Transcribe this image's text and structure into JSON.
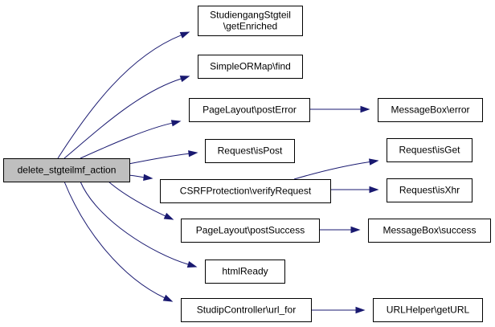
{
  "nodes": [
    {
      "id": "root",
      "lines": [
        "delete_stgteilmf_action"
      ],
      "root": true
    },
    {
      "id": "n1",
      "lines": [
        "StudiengangStgteil",
        "\\getEnriched"
      ]
    },
    {
      "id": "n2",
      "lines": [
        "SimpleORMap\\find"
      ]
    },
    {
      "id": "n3",
      "lines": [
        "PageLayout\\postError"
      ]
    },
    {
      "id": "n4",
      "lines": [
        "MessageBox\\error"
      ]
    },
    {
      "id": "n5",
      "lines": [
        "Request\\isPost"
      ]
    },
    {
      "id": "n6",
      "lines": [
        "Request\\isGet"
      ]
    },
    {
      "id": "n7",
      "lines": [
        "CSRFProtection\\verifyRequest"
      ]
    },
    {
      "id": "n8",
      "lines": [
        "Request\\isXhr"
      ]
    },
    {
      "id": "n9",
      "lines": [
        "PageLayout\\postSuccess"
      ]
    },
    {
      "id": "n10",
      "lines": [
        "MessageBox\\success"
      ]
    },
    {
      "id": "n11",
      "lines": [
        "htmlReady"
      ]
    },
    {
      "id": "n12",
      "lines": [
        "StudipController\\url_for"
      ]
    },
    {
      "id": "n13",
      "lines": [
        "URLHelper\\getURL"
      ]
    }
  ],
  "edges": [
    {
      "from": "root",
      "to": "n1"
    },
    {
      "from": "root",
      "to": "n2"
    },
    {
      "from": "root",
      "to": "n3"
    },
    {
      "from": "root",
      "to": "n5"
    },
    {
      "from": "root",
      "to": "n7"
    },
    {
      "from": "root",
      "to": "n9"
    },
    {
      "from": "root",
      "to": "n11"
    },
    {
      "from": "root",
      "to": "n12"
    },
    {
      "from": "n3",
      "to": "n4"
    },
    {
      "from": "n7",
      "to": "n6"
    },
    {
      "from": "n7",
      "to": "n8"
    },
    {
      "from": "n9",
      "to": "n10"
    },
    {
      "from": "n12",
      "to": "n13"
    }
  ]
}
